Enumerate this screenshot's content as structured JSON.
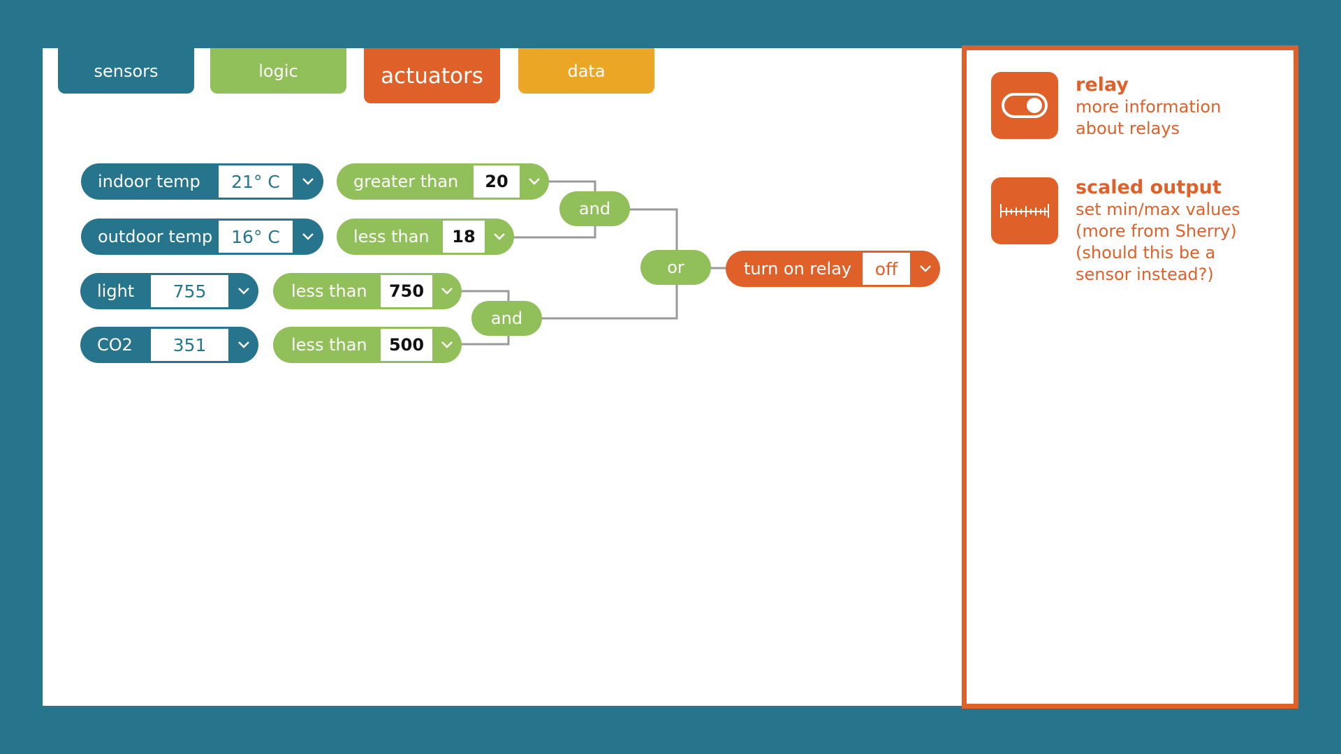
{
  "tabs": [
    {
      "label": "sensors",
      "color": "#27758d"
    },
    {
      "label": "logic",
      "color": "#91c05a"
    },
    {
      "label": "actuators",
      "color": "#e0602a"
    },
    {
      "label": "data",
      "color": "#eaa624"
    }
  ],
  "sensors": [
    {
      "label": "indoor temp",
      "value": "21° C"
    },
    {
      "label": "outdoor temp",
      "value": "16° C"
    },
    {
      "label": "light",
      "value": "755"
    },
    {
      "label": "CO2",
      "value": "351"
    }
  ],
  "conditions": [
    {
      "label": "greater than",
      "value": "20"
    },
    {
      "label": "less than",
      "value": "18"
    },
    {
      "label": "less than",
      "value": "750"
    },
    {
      "label": "less than",
      "value": "500"
    }
  ],
  "gates": {
    "and_top": "and",
    "and_bottom": "and",
    "or": "or"
  },
  "actuator": {
    "label": "turn on relay",
    "value": "off"
  },
  "info": {
    "relay": {
      "title": "relay",
      "lines": [
        "more information",
        "about relays"
      ],
      "icon": "toggle-switch-icon"
    },
    "scaled_output": {
      "title": "scaled output",
      "lines": [
        "set min/max values",
        "(more from Sherry)",
        "(should this be a",
        "sensor instead?)"
      ],
      "icon": "ruler-scale-icon"
    }
  },
  "colors": {
    "teal": "#27758d",
    "green": "#91c05a",
    "orange": "#e0602a",
    "yellow": "#eaa624",
    "wire": "#9a9a9a"
  }
}
